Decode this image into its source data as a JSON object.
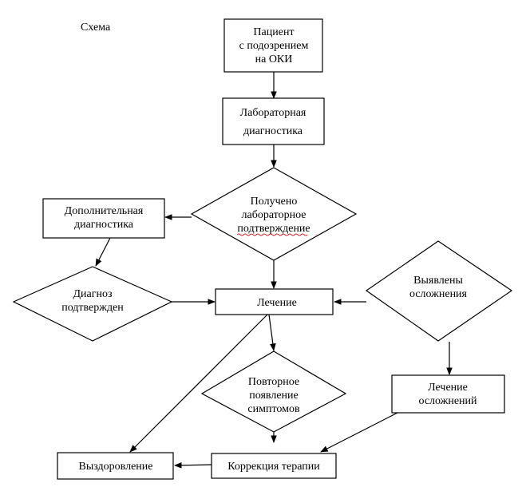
{
  "diagram_title": "Схема",
  "nodes": {
    "patient": {
      "lines": [
        "Пациент",
        "с подозрением",
        "на ОКИ"
      ]
    },
    "lab": {
      "lines": [
        "Лабораторная",
        "диагностика"
      ]
    },
    "confirmed": {
      "lines": [
        "Получено",
        "лабораторное",
        "подтверждение"
      ]
    },
    "additional": {
      "lines": [
        "Дополнительная",
        "диагностика"
      ]
    },
    "diagnosis": {
      "lines": [
        "Диагноз",
        "подтвержден"
      ]
    },
    "treatment": {
      "lines": [
        "Лечение"
      ]
    },
    "complications": {
      "lines": [
        "Выявлены",
        "осложнения"
      ]
    },
    "recurrence": {
      "lines": [
        "Повторное",
        "появление",
        "симптомов"
      ]
    },
    "compl_treatment": {
      "lines": [
        "Лечение",
        "осложнений"
      ]
    },
    "recovery": {
      "lines": [
        "Выздоровление"
      ]
    },
    "correction": {
      "lines": [
        "Коррекция терапии"
      ]
    }
  },
  "edges": [
    {
      "from": "patient",
      "to": "lab"
    },
    {
      "from": "lab",
      "to": "confirmed"
    },
    {
      "from": "confirmed",
      "to": "additional"
    },
    {
      "from": "confirmed",
      "to": "treatment"
    },
    {
      "from": "additional",
      "to": "diagnosis"
    },
    {
      "from": "diagnosis",
      "to": "treatment"
    },
    {
      "from": "complications",
      "to": "treatment"
    },
    {
      "from": "complications",
      "to": "compl_treatment"
    },
    {
      "from": "treatment",
      "to": "recurrence"
    },
    {
      "from": "treatment",
      "to": "recovery"
    },
    {
      "from": "recurrence",
      "to": "correction"
    },
    {
      "from": "compl_treatment",
      "to": "correction"
    },
    {
      "from": "correction",
      "to": "recovery"
    }
  ]
}
